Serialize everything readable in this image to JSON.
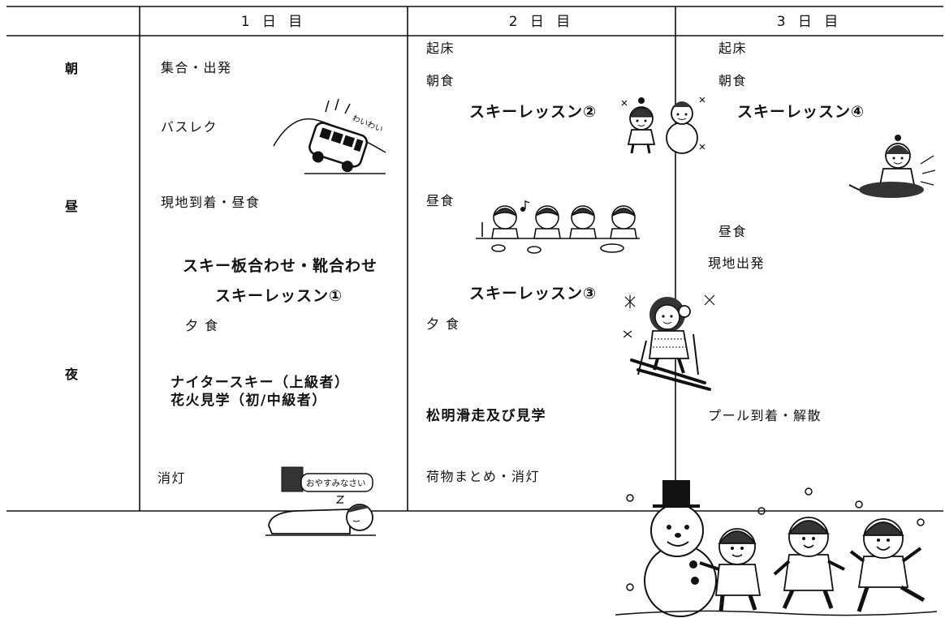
{
  "table": {
    "headers": [
      "1 日 目",
      "2 日 目",
      "3 日 目"
    ],
    "periods": {
      "morning": "朝",
      "noon": "昼",
      "night": "夜"
    }
  },
  "day1": {
    "gather": "集合・出発",
    "bus_rec": "バスレク",
    "arrival_lunch": "現地到着・昼食",
    "fitting": "スキー板合わせ・靴合わせ",
    "lesson": "スキーレッスン①",
    "dinner": "夕 食",
    "night_ski": "ナイタースキー（上級者）",
    "fireworks": "花火見学（初/中級者）",
    "lights_out": "消灯"
  },
  "day2": {
    "wake": "起床",
    "breakfast": "朝食",
    "lesson_am": "スキーレッスン②",
    "lunch": "昼食",
    "lesson_pm": "スキーレッスン③",
    "dinner": "夕 食",
    "torch": "松明滑走及び見学",
    "pack": "荷物まとめ・消灯"
  },
  "day3": {
    "wake": "起床",
    "breakfast": "朝食",
    "lesson": "スキーレッスン④",
    "lunch": "昼食",
    "depart": "現地出発",
    "arrive": "プール到着・解散"
  },
  "illustrations": {
    "bus_caption": "わいわい",
    "sleep_sign": "おやすみなさい"
  },
  "colors": {
    "ink": "#111111",
    "paper": "#ffffff"
  }
}
